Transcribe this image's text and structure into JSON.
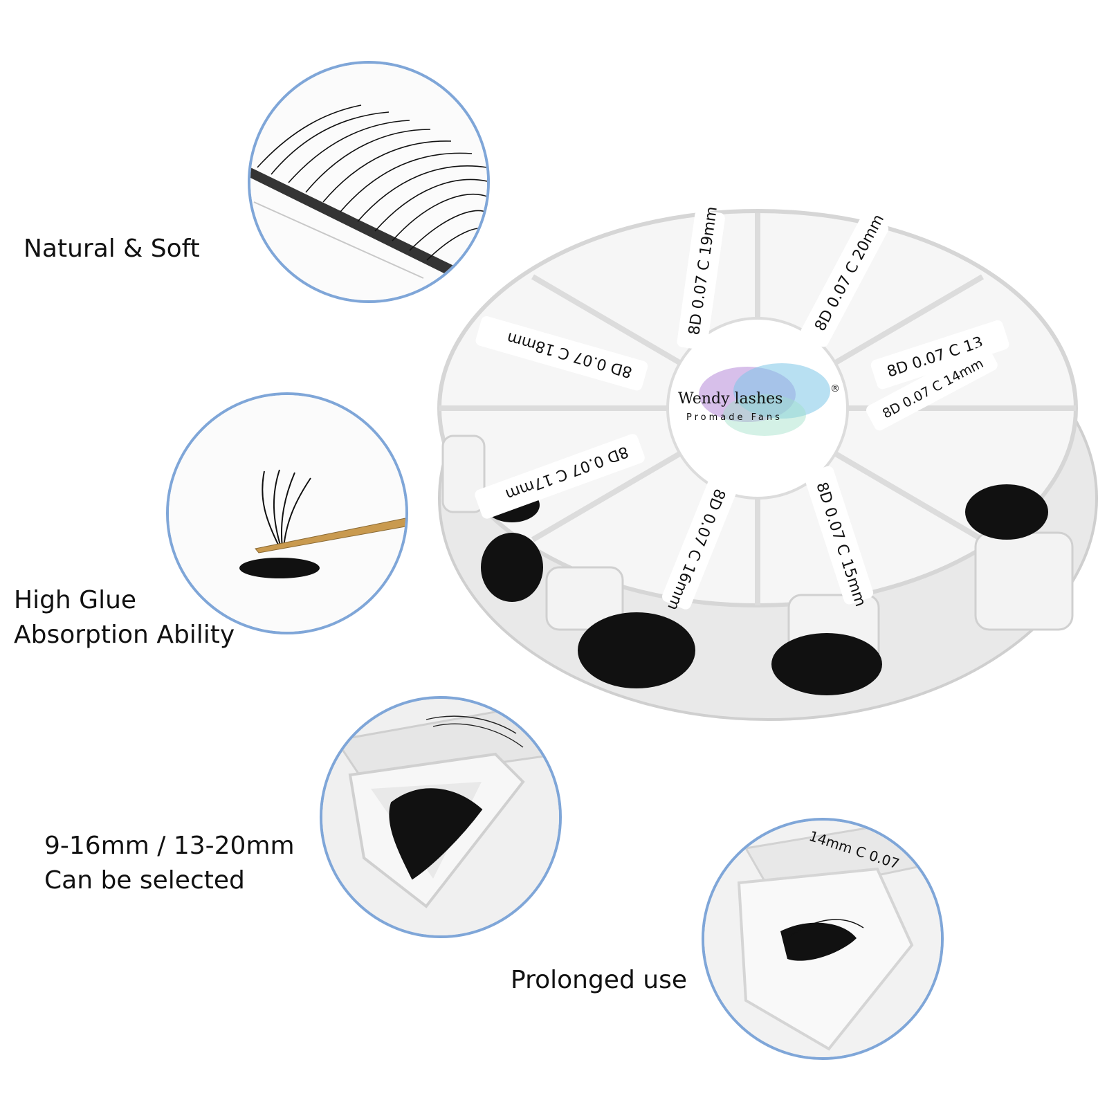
{
  "features": [
    {
      "label_lines": [
        "Natural & Soft"
      ],
      "icon": "lash-strip-icon"
    },
    {
      "label_lines": [
        "High Glue",
        "Absorption Ability"
      ],
      "icon": "tweezers-glue-icon"
    },
    {
      "label_lines": [
        "9-16mm / 13-20mm",
        "Can be selected"
      ],
      "icon": "tray-compartment-icon"
    },
    {
      "label_lines": [
        "Prolonged use"
      ],
      "icon": "tray-closeup-icon"
    }
  ],
  "tray": {
    "brand": "Wendy lashes",
    "brand_mark": "®",
    "brand_sub": "Promade Fans",
    "compartments": [
      "8D 0.07 C 19mm",
      "8D 0.07 C 20mm",
      "8D 0.07 C 13",
      "8D 0.07 C 14mm",
      "8D 0.07 C 15mm",
      "8D 0.07 C 16mm",
      "8D 0.07 C 17mm",
      "8D 0.07 C 18mm"
    ],
    "closeup_label": "14mm C 0.07"
  },
  "colors": {
    "circle_border": "#7fa6d8",
    "tweezers": "#c99a4f",
    "lash": "#111111"
  }
}
